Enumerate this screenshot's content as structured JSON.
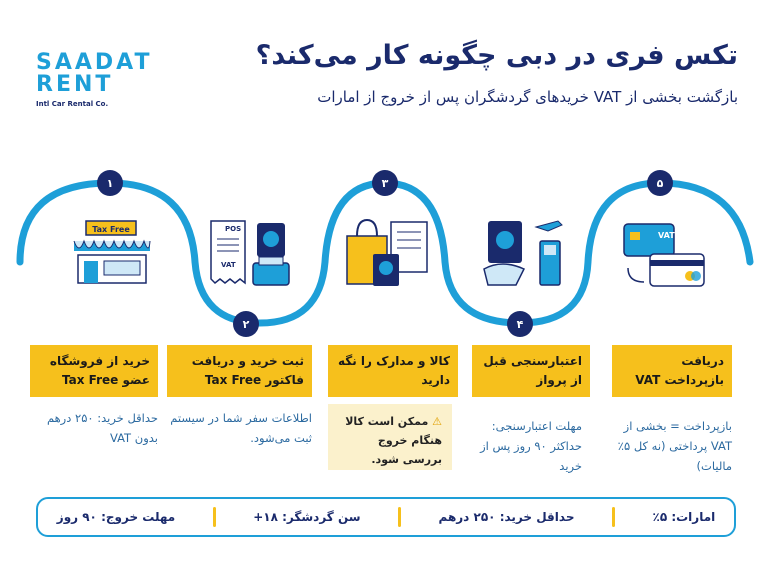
{
  "logo": {
    "line1": "SAADAT",
    "line2": "RENT",
    "tagline": "Intl Car Rental Co."
  },
  "header": {
    "title": "تکس فری در دبی چگونه کار می‌کند؟",
    "subtitle": "بازگشت بخشی از VAT خریدهای گردشگران پس از خروج از امارات"
  },
  "steps": [
    {
      "number": "۱",
      "label": "خرید از فروشگاه عضو Tax Free",
      "desc": "حداقل خرید: ۲۵۰ درهم بدون VAT",
      "icon": "store-icon",
      "sign": "Tax Free"
    },
    {
      "number": "۲",
      "label": "ثبت خرید و دریافت فاکتور Tax Free",
      "desc": "اطلاعات سفر شما در سیستم ثبت می‌شود.",
      "icon": "pos-receipt-icon",
      "pos": "POS",
      "vat": "VAT"
    },
    {
      "number": "۳",
      "label": "کالا و مدارک را نگه دارید",
      "warning": "ممکن است کالا هنگام خروج بررسی شود.",
      "icon": "bag-passport-icon"
    },
    {
      "number": "۴",
      "label": "اعتبارسنجی قبل از پرواز",
      "desc": "مهلت اعتبارسنجی: حداکثر ۹۰ روز پس از خرید",
      "icon": "passport-kiosk-icon"
    },
    {
      "number": "۵",
      "label": "دریافت بازپرداخت VAT",
      "desc": "بازپرداخت = بخشی از VAT پرداختی (نه کل ۵٪ مالیات)",
      "icon": "refund-cards-icon",
      "card": "VAT"
    }
  ],
  "bottom": [
    {
      "text": "امارات: ۵٪"
    },
    {
      "text": "حداقل خرید: ۲۵۰ درهم"
    },
    {
      "text": "سن گردشگر: ۱۸+"
    },
    {
      "text": "مهلت خروج: ۹۰ روز"
    }
  ],
  "colors": {
    "navy": "#1a2a6c",
    "blue": "#1e9fd8",
    "yellow": "#f6c01c",
    "paleYellow": "#fbf1cc"
  }
}
